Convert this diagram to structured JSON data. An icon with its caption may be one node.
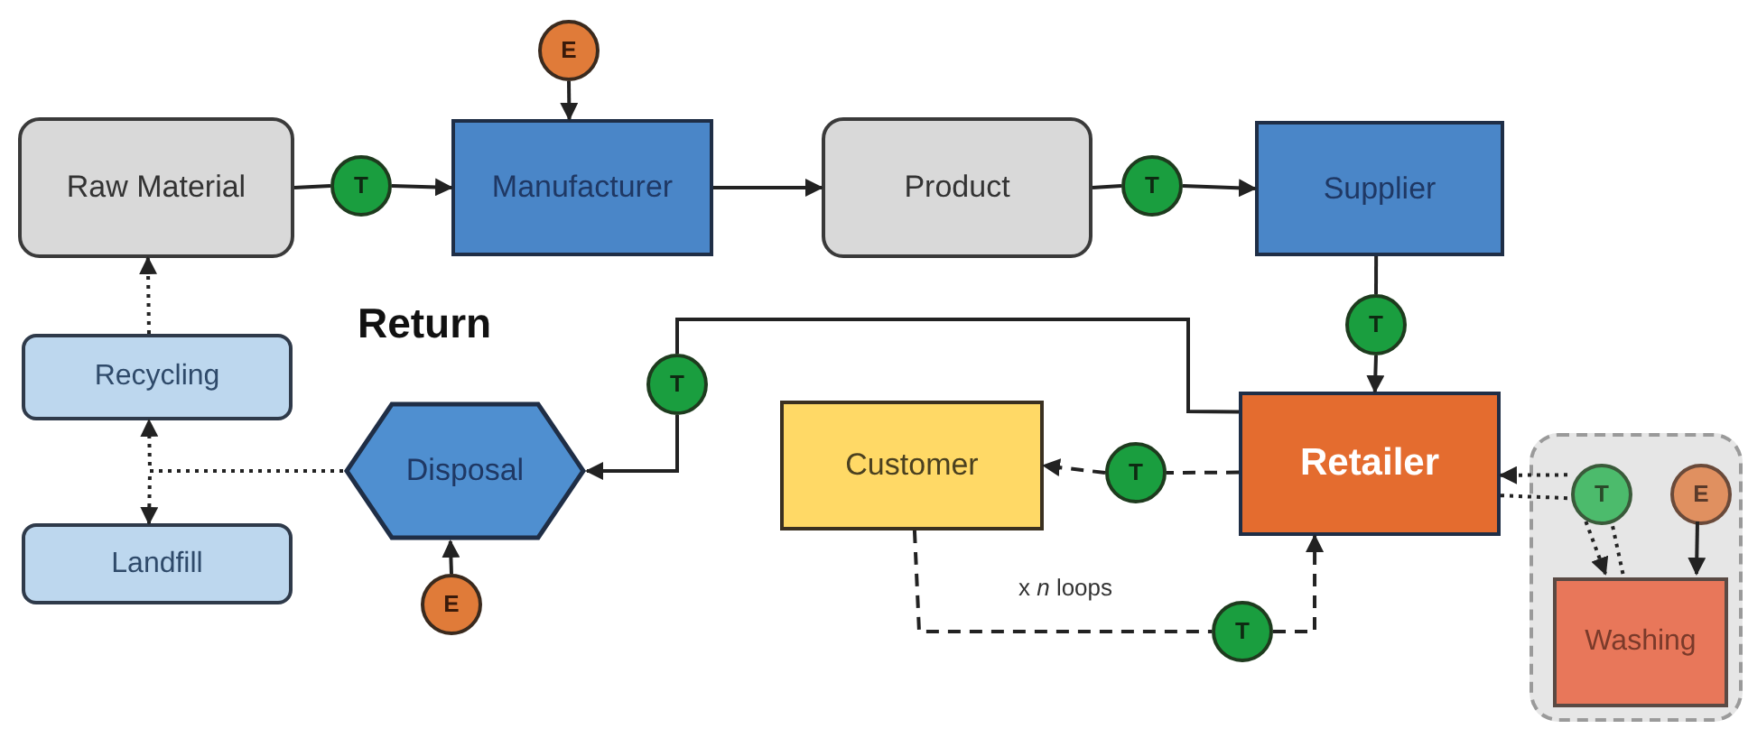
{
  "diagram": {
    "nodes": [
      {
        "text": [
          "Raw Material"
        ]
      },
      {
        "text": [
          "T"
        ]
      },
      {
        "text": [
          "Manufacturer"
        ]
      },
      {
        "text": [
          "E"
        ]
      },
      {
        "text": [
          "Product"
        ]
      },
      {
        "text": [
          "T"
        ]
      },
      {
        "text": [
          "Supplier"
        ]
      },
      {
        "text": [
          "T"
        ]
      },
      {
        "text": [
          "Recycling"
        ]
      },
      {
        "text": [
          "Landfill"
        ]
      },
      {
        "text": [
          "Disposal"
        ]
      },
      {
        "text": [
          "T"
        ]
      },
      {
        "text": [
          "E"
        ]
      },
      {
        "text": [
          "Customer"
        ]
      },
      {
        "text": [
          "T"
        ]
      },
      {
        "text": [
          "Retailer"
        ]
      },
      {
        "text": [
          "T"
        ]
      },
      {
        "text": [],
        "shape": "box"
      },
      {
        "text": [
          "T"
        ],
        "in": 17
      },
      {
        "text": [
          "E"
        ],
        "in": 17
      },
      {
        "text": [
          "Washing"
        ],
        "in": 17
      }
    ],
    "edges": [
      {
        "from": 0,
        "to": 1,
        "arrow": "none"
      },
      {
        "from": 1,
        "to": 2,
        "arrow": "to"
      },
      {
        "from": 3,
        "to": 2,
        "arrow": "to"
      },
      {
        "from": 2,
        "to": 4,
        "arrow": "to"
      },
      {
        "from": 4,
        "to": 5,
        "arrow": "none"
      },
      {
        "from": 5,
        "to": 6,
        "arrow": "to"
      },
      {
        "from": 6,
        "to": 7,
        "arrow": "none"
      },
      {
        "from": 7,
        "to": 15,
        "arrow": "to"
      },
      {
        "from": 15,
        "to": 11,
        "arrow": "none"
      },
      {
        "from": 11,
        "to": 10,
        "arrow": "to"
      },
      {
        "from": 12,
        "to": 10,
        "arrow": "to"
      },
      {
        "from": 10,
        "to": 8,
        "arrow": "to",
        "style": "dashed"
      },
      {
        "from": 10,
        "to": 9,
        "arrow": "to",
        "style": "dashed"
      },
      {
        "from": 8,
        "to": 0,
        "arrow": "to",
        "style": "dashed"
      },
      {
        "from": 15,
        "to": 14,
        "arrow": "none",
        "style": "dashed"
      },
      {
        "from": 14,
        "to": 13,
        "arrow": "to",
        "style": "dashed"
      },
      {
        "from": 13,
        "to": 16,
        "arrow": "none",
        "style": "dashed",
        "label": "x *n* loops"
      },
      {
        "from": 16,
        "to": 15,
        "arrow": "to",
        "style": "dashed"
      },
      {
        "from": 18,
        "to": 15,
        "arrow": "to",
        "style": "dashed"
      },
      {
        "from": 15,
        "to": 18,
        "arrow": "none",
        "style": "dashed"
      },
      {
        "from": 18,
        "to": 20,
        "arrow": "to",
        "style": "dashed"
      },
      {
        "from": 20,
        "to": 18,
        "arrow": "none",
        "style": "dashed"
      },
      {
        "from": 19,
        "to": 20,
        "arrow": "to"
      }
    ],
    "labels": [
      "Return"
    ]
  }
}
